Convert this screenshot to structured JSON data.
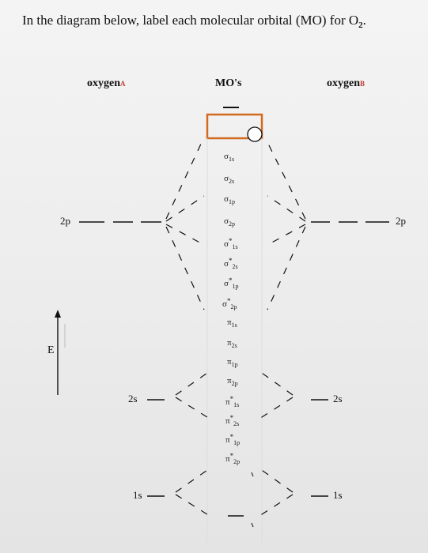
{
  "question": {
    "text_pre": "In the diagram below, label each molecular orbital (MO) for O",
    "formula_sub": "2",
    "text_post": "."
  },
  "columns": {
    "atom_a": {
      "label": "oxygen",
      "sub": "A"
    },
    "mos": {
      "label": "MO's"
    },
    "atom_b": {
      "label": "oxygen",
      "sub": "B"
    }
  },
  "energy_label": "E",
  "levels": {
    "p": "2p",
    "s2": "2s",
    "s1": "1s"
  },
  "mo_labels": [
    {
      "sym": "σ",
      "sub": "1s",
      "star": false
    },
    {
      "sym": "σ",
      "sub": "2s",
      "star": false
    },
    {
      "sym": "σ",
      "sub": "1p",
      "star": false
    },
    {
      "sym": "σ",
      "sub": "2p",
      "star": false
    },
    {
      "sym": "σ",
      "sub": "1s",
      "star": true
    },
    {
      "sym": "σ",
      "sub": "2s",
      "star": true
    },
    {
      "sym": "σ",
      "sub": "1p",
      "star": true
    },
    {
      "sym": "σ",
      "sub": "2p",
      "star": true
    },
    {
      "sym": "π",
      "sub": "1s",
      "star": false
    },
    {
      "sym": "π",
      "sub": "2s",
      "star": false
    },
    {
      "sym": "π",
      "sub": "1p",
      "star": false
    },
    {
      "sym": "π",
      "sub": "2p",
      "star": false
    },
    {
      "sym": "π",
      "sub": "1s",
      "star": true
    },
    {
      "sym": "π",
      "sub": "2s",
      "star": true
    },
    {
      "sym": "π",
      "sub": "1p",
      "star": true
    },
    {
      "sym": "π",
      "sub": "2p",
      "star": true
    }
  ],
  "colors": {
    "accent": "#d2691e",
    "subscript": "#c0392b",
    "ink": "#111111"
  }
}
